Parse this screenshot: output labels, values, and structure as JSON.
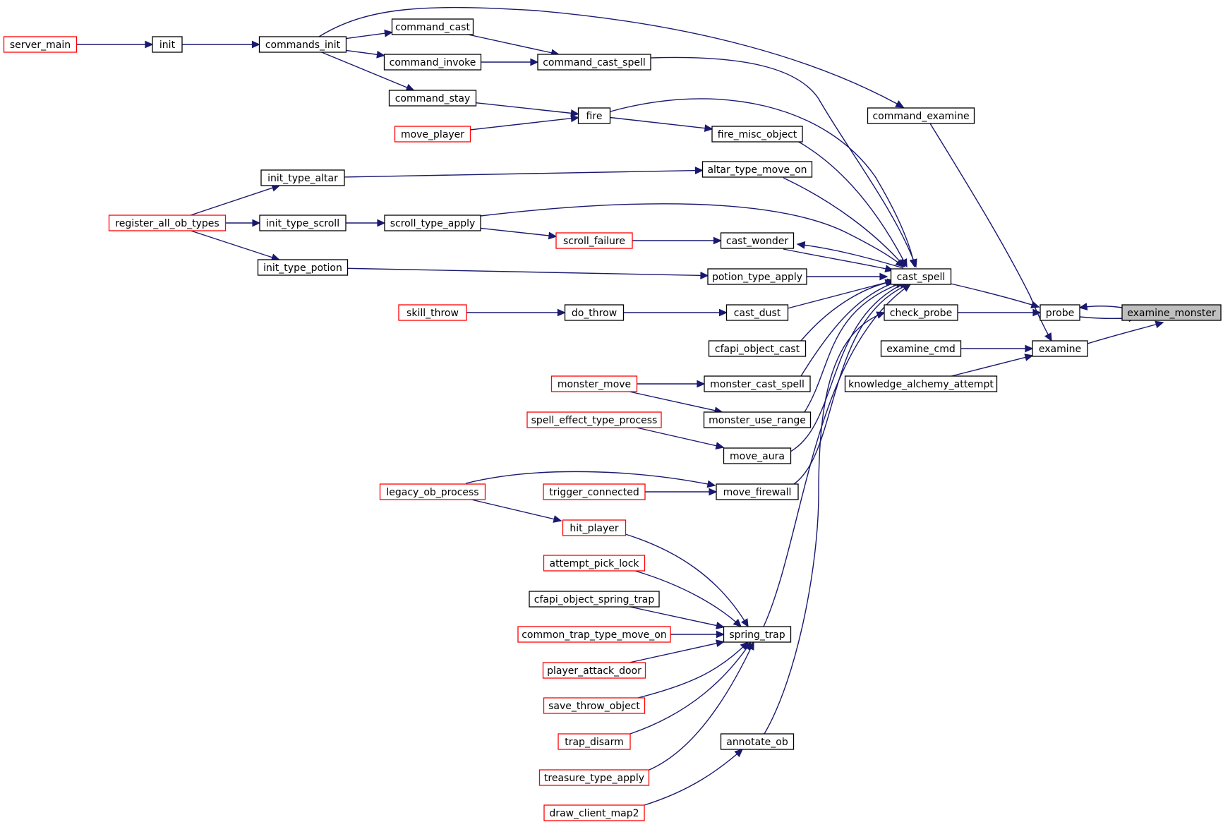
{
  "colors": {
    "edge": "#191970",
    "node_border": "#000000",
    "node_fill": "#ffffff",
    "truncated_border": "#ff0000",
    "focus_fill": "#bfbfbf",
    "text": "#000000"
  },
  "nodes": [
    {
      "id": "server_main",
      "label": "server_main",
      "style": "truncated"
    },
    {
      "id": "init",
      "label": "init",
      "style": "normal"
    },
    {
      "id": "commands_init",
      "label": "commands_init",
      "style": "normal"
    },
    {
      "id": "command_cast",
      "label": "command_cast",
      "style": "normal"
    },
    {
      "id": "command_invoke",
      "label": "command_invoke",
      "style": "normal"
    },
    {
      "id": "command_cast_spell",
      "label": "command_cast_spell",
      "style": "normal"
    },
    {
      "id": "command_stay",
      "label": "command_stay",
      "style": "normal"
    },
    {
      "id": "move_player",
      "label": "move_player",
      "style": "truncated"
    },
    {
      "id": "fire",
      "label": "fire",
      "style": "normal"
    },
    {
      "id": "fire_misc_object",
      "label": "fire_misc_object",
      "style": "normal"
    },
    {
      "id": "command_examine",
      "label": "command_examine",
      "style": "normal"
    },
    {
      "id": "init_type_altar",
      "label": "init_type_altar",
      "style": "normal"
    },
    {
      "id": "altar_type_move_on",
      "label": "altar_type_move_on",
      "style": "normal"
    },
    {
      "id": "register_all_ob_types",
      "label": "register_all_ob_types",
      "style": "truncated"
    },
    {
      "id": "init_type_scroll",
      "label": "init_type_scroll",
      "style": "normal"
    },
    {
      "id": "scroll_type_apply",
      "label": "scroll_type_apply",
      "style": "normal"
    },
    {
      "id": "scroll_failure",
      "label": "scroll_failure",
      "style": "truncated"
    },
    {
      "id": "cast_wonder",
      "label": "cast_wonder",
      "style": "normal"
    },
    {
      "id": "init_type_potion",
      "label": "init_type_potion",
      "style": "normal"
    },
    {
      "id": "potion_type_apply",
      "label": "potion_type_apply",
      "style": "normal"
    },
    {
      "id": "cast_spell",
      "label": "cast_spell",
      "style": "normal"
    },
    {
      "id": "skill_throw",
      "label": "skill_throw",
      "style": "truncated"
    },
    {
      "id": "do_throw",
      "label": "do_throw",
      "style": "normal"
    },
    {
      "id": "cast_dust",
      "label": "cast_dust",
      "style": "normal"
    },
    {
      "id": "check_probe",
      "label": "check_probe",
      "style": "normal"
    },
    {
      "id": "probe",
      "label": "probe",
      "style": "normal"
    },
    {
      "id": "examine_monster",
      "label": "examine_monster",
      "style": "focus"
    },
    {
      "id": "cfapi_object_cast",
      "label": "cfapi_object_cast",
      "style": "normal"
    },
    {
      "id": "examine_cmd",
      "label": "examine_cmd",
      "style": "normal"
    },
    {
      "id": "examine",
      "label": "examine",
      "style": "normal"
    },
    {
      "id": "knowledge_alchemy_attempt",
      "label": "knowledge_alchemy_attempt",
      "style": "normal"
    },
    {
      "id": "monster_move",
      "label": "monster_move",
      "style": "truncated"
    },
    {
      "id": "monster_cast_spell",
      "label": "monster_cast_spell",
      "style": "normal"
    },
    {
      "id": "spell_effect_type_process",
      "label": "spell_effect_type_process",
      "style": "truncated"
    },
    {
      "id": "monster_use_range",
      "label": "monster_use_range",
      "style": "normal"
    },
    {
      "id": "move_aura",
      "label": "move_aura",
      "style": "normal"
    },
    {
      "id": "legacy_ob_process",
      "label": "legacy_ob_process",
      "style": "truncated"
    },
    {
      "id": "trigger_connected",
      "label": "trigger_connected",
      "style": "truncated"
    },
    {
      "id": "move_firewall",
      "label": "move_firewall",
      "style": "normal"
    },
    {
      "id": "hit_player",
      "label": "hit_player",
      "style": "truncated"
    },
    {
      "id": "attempt_pick_lock",
      "label": "attempt_pick_lock",
      "style": "truncated"
    },
    {
      "id": "cfapi_object_spring_trap",
      "label": "cfapi_object_spring_trap",
      "style": "normal"
    },
    {
      "id": "common_trap_type_move_on",
      "label": "common_trap_type_move_on",
      "style": "truncated"
    },
    {
      "id": "spring_trap",
      "label": "spring_trap",
      "style": "normal"
    },
    {
      "id": "player_attack_door",
      "label": "player_attack_door",
      "style": "truncated"
    },
    {
      "id": "save_throw_object",
      "label": "save_throw_object",
      "style": "truncated"
    },
    {
      "id": "trap_disarm",
      "label": "trap_disarm",
      "style": "truncated"
    },
    {
      "id": "annotate_ob",
      "label": "annotate_ob",
      "style": "normal"
    },
    {
      "id": "treasure_type_apply",
      "label": "treasure_type_apply",
      "style": "truncated"
    },
    {
      "id": "draw_client_map2",
      "label": "draw_client_map2",
      "style": "truncated"
    }
  ],
  "edges": [
    [
      "server_main",
      "init"
    ],
    [
      "init",
      "commands_init"
    ],
    [
      "commands_init",
      "command_cast"
    ],
    [
      "commands_init",
      "command_invoke"
    ],
    [
      "commands_init",
      "command_stay"
    ],
    [
      "commands_init",
      "command_examine"
    ],
    [
      "command_cast",
      "command_cast_spell"
    ],
    [
      "command_invoke",
      "command_cast_spell"
    ],
    [
      "command_cast_spell",
      "cast_spell"
    ],
    [
      "command_stay",
      "fire"
    ],
    [
      "move_player",
      "fire"
    ],
    [
      "fire",
      "fire_misc_object"
    ],
    [
      "fire",
      "cast_spell"
    ],
    [
      "fire_misc_object",
      "cast_spell"
    ],
    [
      "command_examine",
      "examine"
    ],
    [
      "register_all_ob_types",
      "init_type_altar"
    ],
    [
      "register_all_ob_types",
      "init_type_scroll"
    ],
    [
      "register_all_ob_types",
      "init_type_potion"
    ],
    [
      "init_type_altar",
      "altar_type_move_on"
    ],
    [
      "altar_type_move_on",
      "cast_spell"
    ],
    [
      "init_type_scroll",
      "scroll_type_apply"
    ],
    [
      "scroll_type_apply",
      "scroll_failure"
    ],
    [
      "scroll_type_apply",
      "cast_spell"
    ],
    [
      "scroll_failure",
      "cast_wonder"
    ],
    [
      "cast_wonder",
      "cast_spell"
    ],
    [
      "cast_spell",
      "cast_wonder"
    ],
    [
      "init_type_potion",
      "potion_type_apply"
    ],
    [
      "potion_type_apply",
      "cast_spell"
    ],
    [
      "skill_throw",
      "do_throw"
    ],
    [
      "do_throw",
      "cast_dust"
    ],
    [
      "cast_dust",
      "cast_spell"
    ],
    [
      "cfapi_object_cast",
      "cast_spell"
    ],
    [
      "monster_move",
      "monster_cast_spell"
    ],
    [
      "monster_move",
      "monster_use_range"
    ],
    [
      "monster_cast_spell",
      "cast_spell"
    ],
    [
      "monster_use_range",
      "cast_spell"
    ],
    [
      "spell_effect_type_process",
      "move_aura"
    ],
    [
      "move_aura",
      "cast_spell"
    ],
    [
      "legacy_ob_process",
      "move_firewall"
    ],
    [
      "legacy_ob_process",
      "hit_player"
    ],
    [
      "trigger_connected",
      "move_firewall"
    ],
    [
      "move_firewall",
      "cast_spell"
    ],
    [
      "hit_player",
      "spring_trap"
    ],
    [
      "attempt_pick_lock",
      "spring_trap"
    ],
    [
      "cfapi_object_spring_trap",
      "spring_trap"
    ],
    [
      "common_trap_type_move_on",
      "spring_trap"
    ],
    [
      "player_attack_door",
      "spring_trap"
    ],
    [
      "save_throw_object",
      "spring_trap"
    ],
    [
      "trap_disarm",
      "spring_trap"
    ],
    [
      "treasure_type_apply",
      "spring_trap"
    ],
    [
      "spring_trap",
      "cast_spell"
    ],
    [
      "annotate_ob",
      "check_probe"
    ],
    [
      "draw_client_map2",
      "annotate_ob"
    ],
    [
      "cast_spell",
      "probe"
    ],
    [
      "check_probe",
      "probe"
    ],
    [
      "probe",
      "examine_monster"
    ],
    [
      "examine_monster",
      "probe"
    ],
    [
      "examine_cmd",
      "examine"
    ],
    [
      "knowledge_alchemy_attempt",
      "examine"
    ],
    [
      "examine",
      "examine_monster"
    ]
  ]
}
